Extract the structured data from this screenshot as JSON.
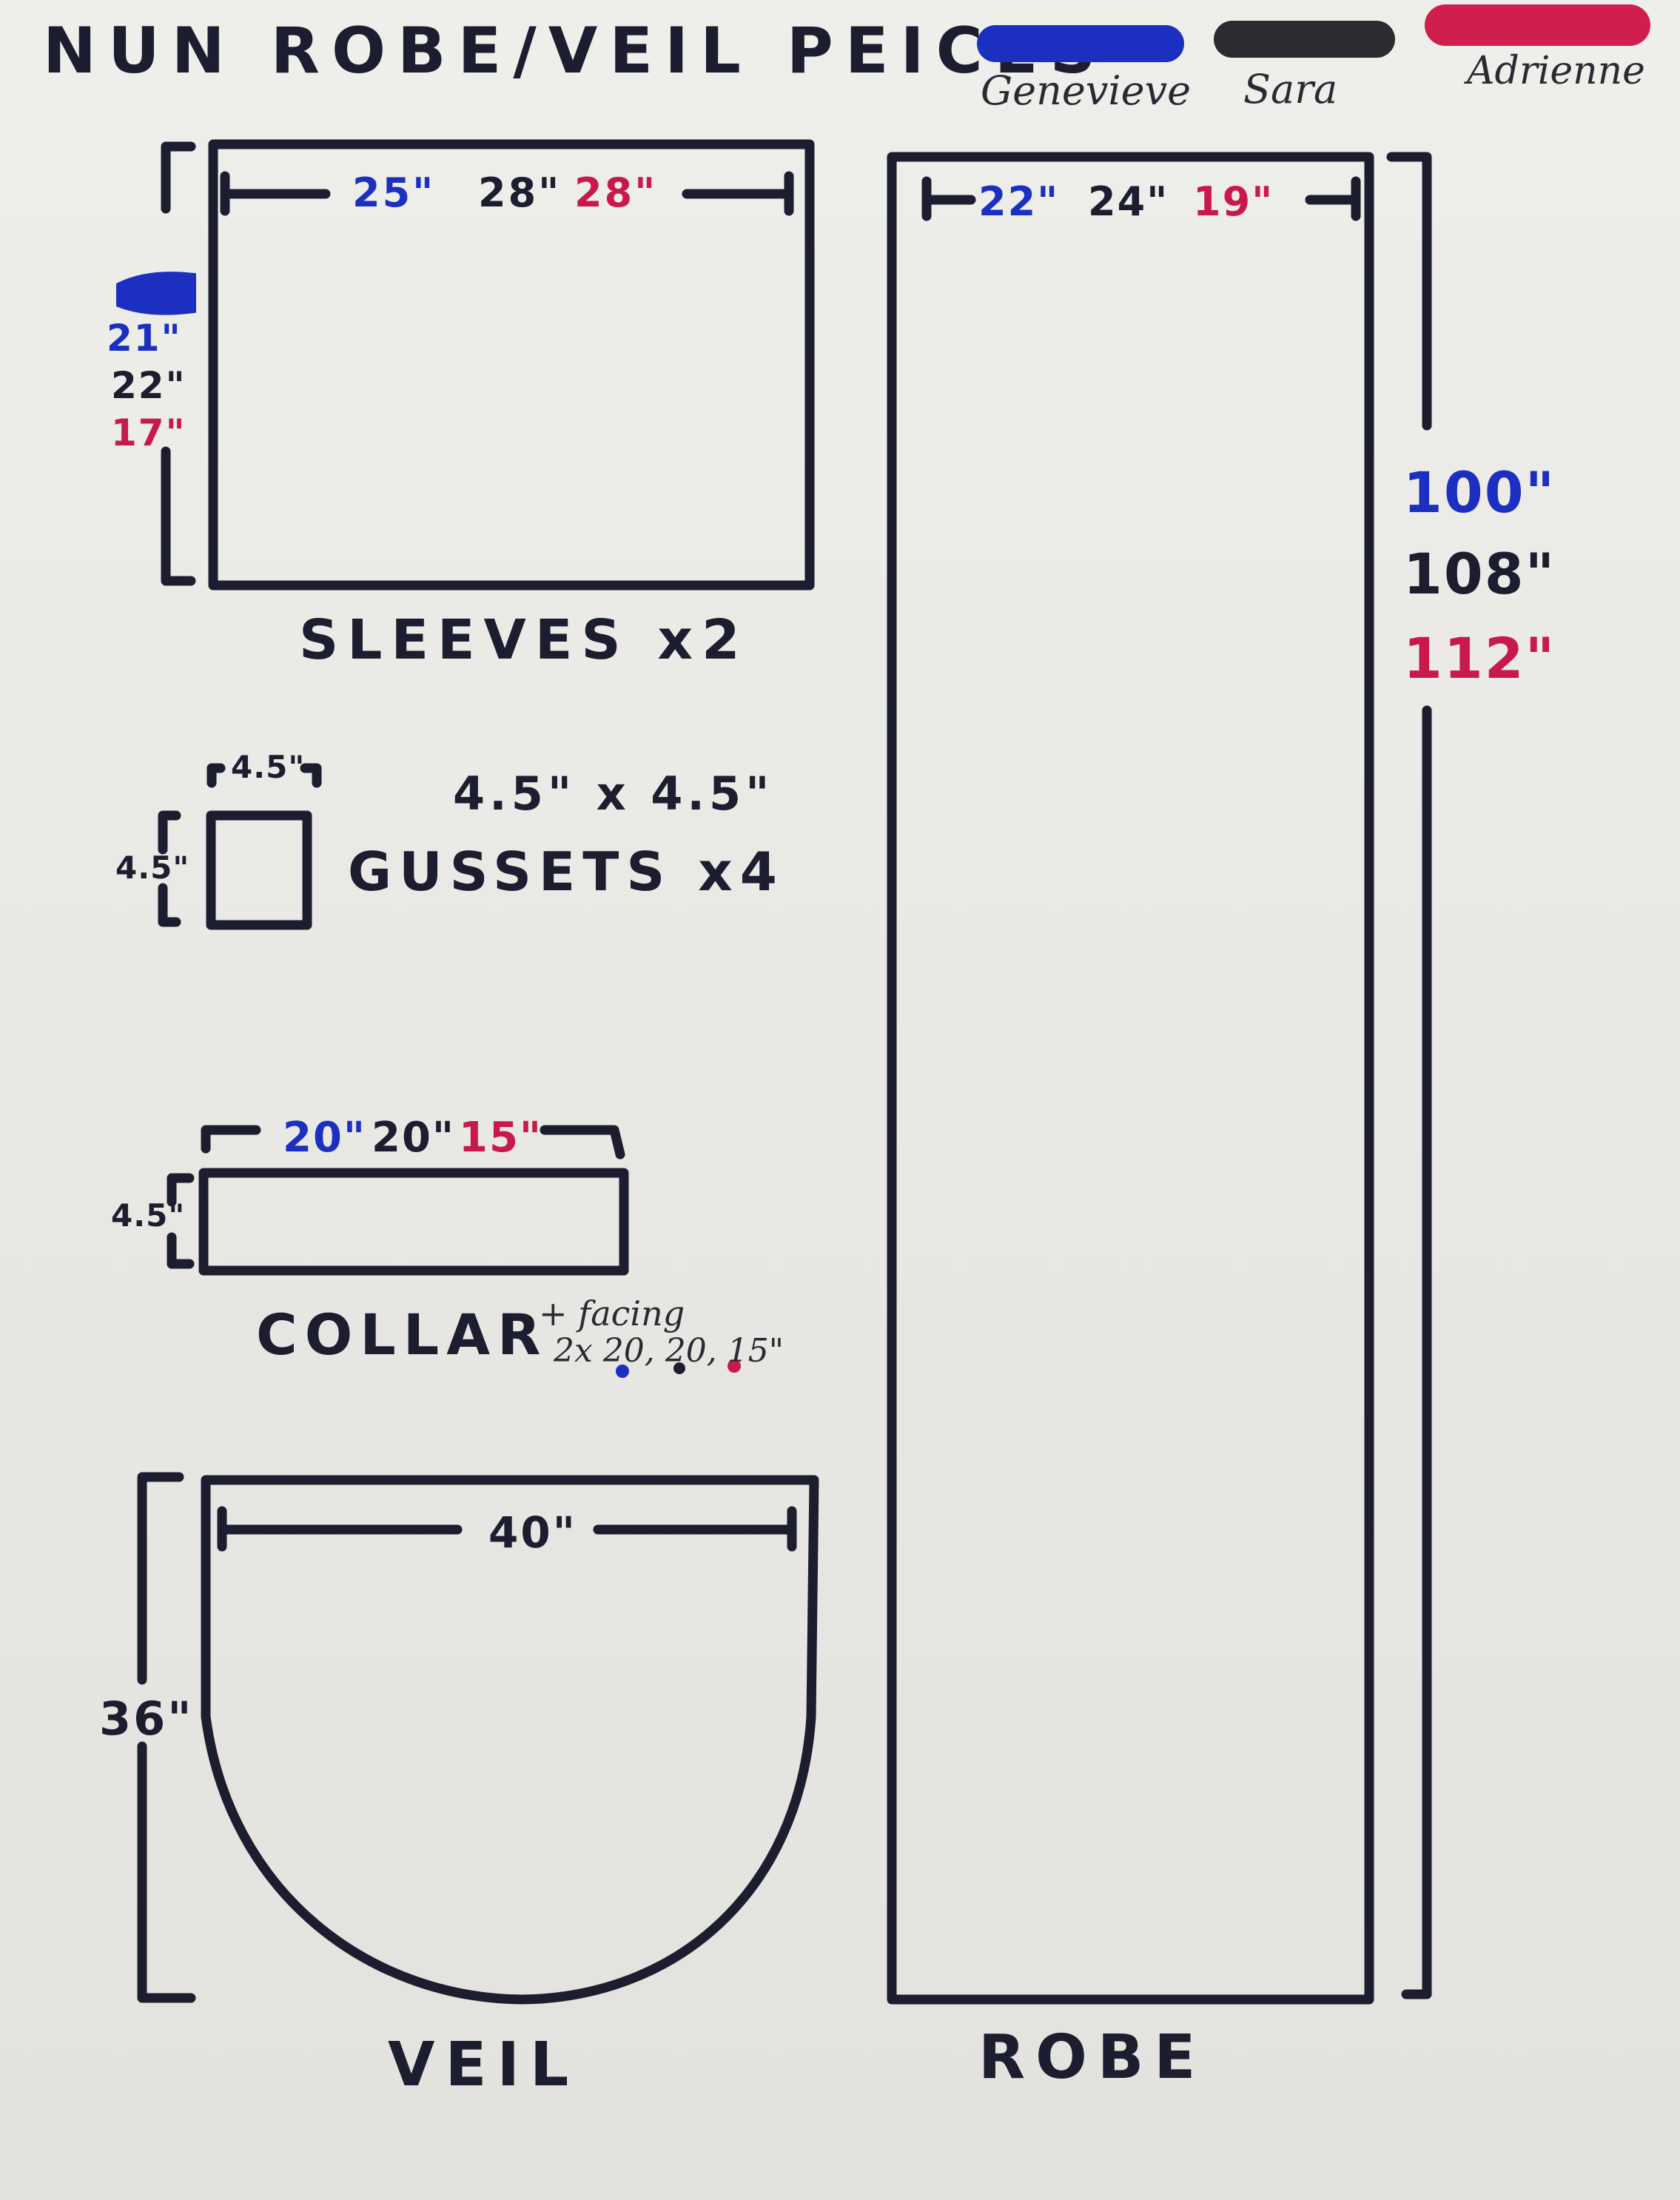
{
  "title": "NUN ROBE/VEIL PEICES",
  "legend": [
    {
      "name": "Genevieve",
      "color": "#1b2fc0"
    },
    {
      "name": "Sara",
      "color": "#2b2b30"
    },
    {
      "name": "Adrienne",
      "color": "#d01e4e"
    }
  ],
  "colors": {
    "ink": "#1c1d2e",
    "blue": "#1b2fc0",
    "black": "#1c1d2e",
    "red": "#c8194a",
    "paper": "#eeeeeb"
  },
  "sleeves": {
    "label": "SLEEVES x2",
    "width": {
      "genevieve": "25\"",
      "sara": "28\"",
      "adrienne": "28\""
    },
    "height": {
      "genevieve": "21\"",
      "sara": "22\"",
      "adrienne": "17\""
    }
  },
  "gussets": {
    "label": "GUSSETS x4",
    "top_dim": "4.5\"",
    "side_dim": "4.5\"",
    "size_note": "4.5\" x 4.5\""
  },
  "collar": {
    "label": "COLLAR",
    "width": {
      "genevieve": "20\"",
      "sara": "20\"",
      "adrienne": "15\""
    },
    "height": "4.5\"",
    "facing_line1": "+ facing",
    "facing_line2": "2x 20, 20, 15\""
  },
  "veil": {
    "label": "VEIL",
    "width": "40\"",
    "height": "36\""
  },
  "robe": {
    "label": "ROBE",
    "width": {
      "genevieve": "22\"",
      "sara": "24\"",
      "adrienne": "19\""
    },
    "length": {
      "genevieve": "100\"",
      "sara": "108\"",
      "adrienne": "112\""
    }
  }
}
